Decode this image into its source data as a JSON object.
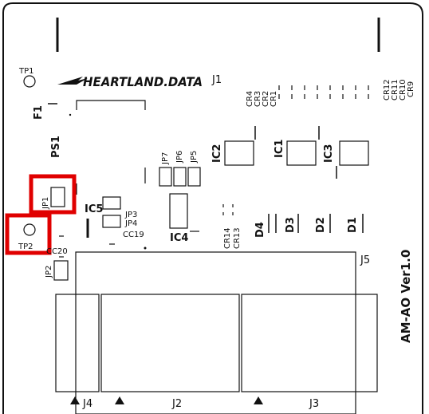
{
  "colors": {
    "outline": "#111111",
    "highlight": "#e00000",
    "background": "#ffffff"
  },
  "logo": {
    "text": "HEARTLAND.DATA",
    "icon": "wing-logo-icon"
  },
  "board": {
    "title": "AM-AO Ver1.0"
  },
  "testpoints": {
    "tp1": "TP1",
    "tp2": "TP2"
  },
  "parts": {
    "f1": "F1",
    "ps1": "PS1",
    "j1": "J1",
    "ic1": "IC1",
    "ic2": "IC2",
    "ic3": "IC3",
    "ic4": "IC4",
    "ic5": "IC5",
    "jp1": "JP1",
    "jp2": "JP2",
    "jp3": "JP3",
    "jp4": "JP4",
    "jp5": "JP5",
    "jp6": "JP6",
    "jp7": "JP7",
    "cc19": "CC19",
    "cc20": "CC20",
    "cr1": "CR1",
    "cr2": "CR2",
    "cr3": "CR3",
    "cr4": "CR4",
    "cr9": "CR9",
    "cr10": "CR10",
    "cr11": "CR11",
    "cr12": "CR12",
    "cr13": "CR13",
    "cr14": "CR14",
    "d1": "D1",
    "d2": "D2",
    "d3": "D3",
    "d4": "D4",
    "j2": "J2",
    "j3": "J3",
    "j4": "J4",
    "j5": "J5"
  }
}
